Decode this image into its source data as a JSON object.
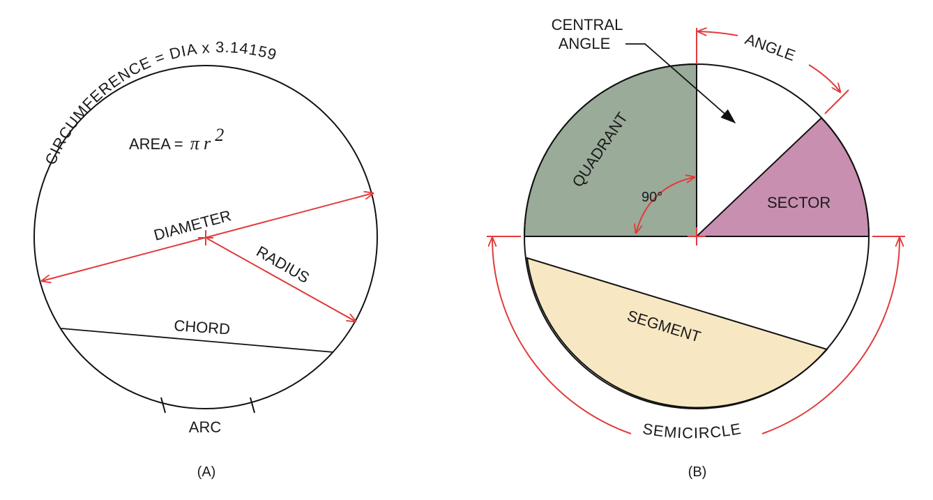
{
  "colors": {
    "outline": "#111111",
    "dimension_red": "#e23a3a",
    "quadrant_fill": "#9aab99",
    "sector_fill": "#c98fb0",
    "segment_fill": "#f7e8c3"
  },
  "figure_a": {
    "circumference_label": "CIRCUMFERENCE = DIA x 3.14159",
    "area_prefix": "AREA = ",
    "area_pi": "π",
    "area_r": "r",
    "area_exp": "2",
    "diameter_label": "DIAMETER",
    "radius_label": "RADIUS",
    "chord_label": "CHORD",
    "arc_label": "ARC",
    "caption": "(A)"
  },
  "figure_b": {
    "central_angle_line1": "CENTRAL",
    "central_angle_line2": "ANGLE",
    "angle_label": "ANGLE",
    "quadrant_label": "QUADRANT",
    "degrees_label": "90°",
    "sector_label": "SECTOR",
    "segment_label": "SEGMENT",
    "semicircle_label": "SEMICIRCLE",
    "caption": "(B)"
  }
}
